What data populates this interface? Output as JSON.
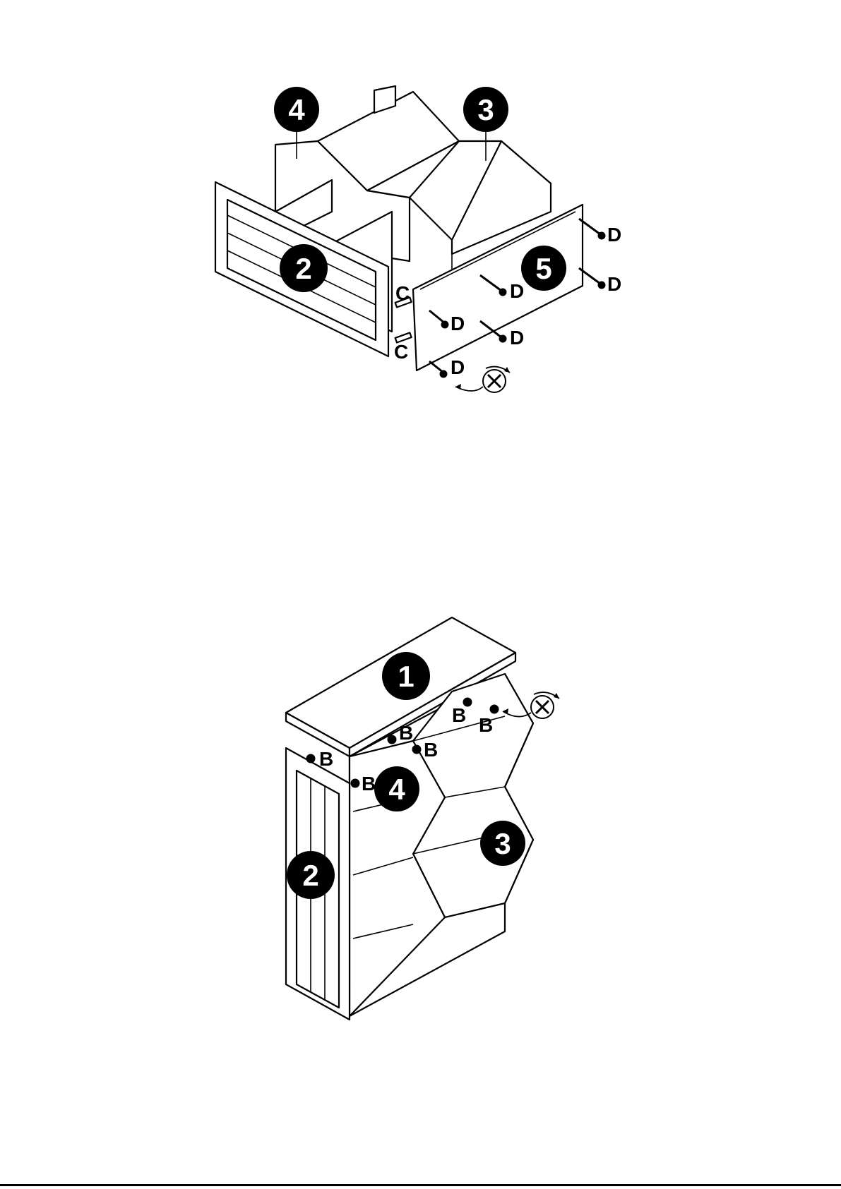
{
  "top_diagram": {
    "callouts": [
      "4",
      "3",
      "2",
      "5"
    ],
    "hardware": [
      "C",
      "C",
      "D",
      "D",
      "D",
      "D",
      "D",
      "D"
    ],
    "tool_icon": "screwdriver-cross-icon"
  },
  "bottom_diagram": {
    "callouts": [
      "1",
      "2",
      "4",
      "3"
    ],
    "hardware": [
      "B",
      "B",
      "B",
      "B",
      "B",
      "B"
    ],
    "tool_icon": "screwdriver-cross-icon"
  }
}
